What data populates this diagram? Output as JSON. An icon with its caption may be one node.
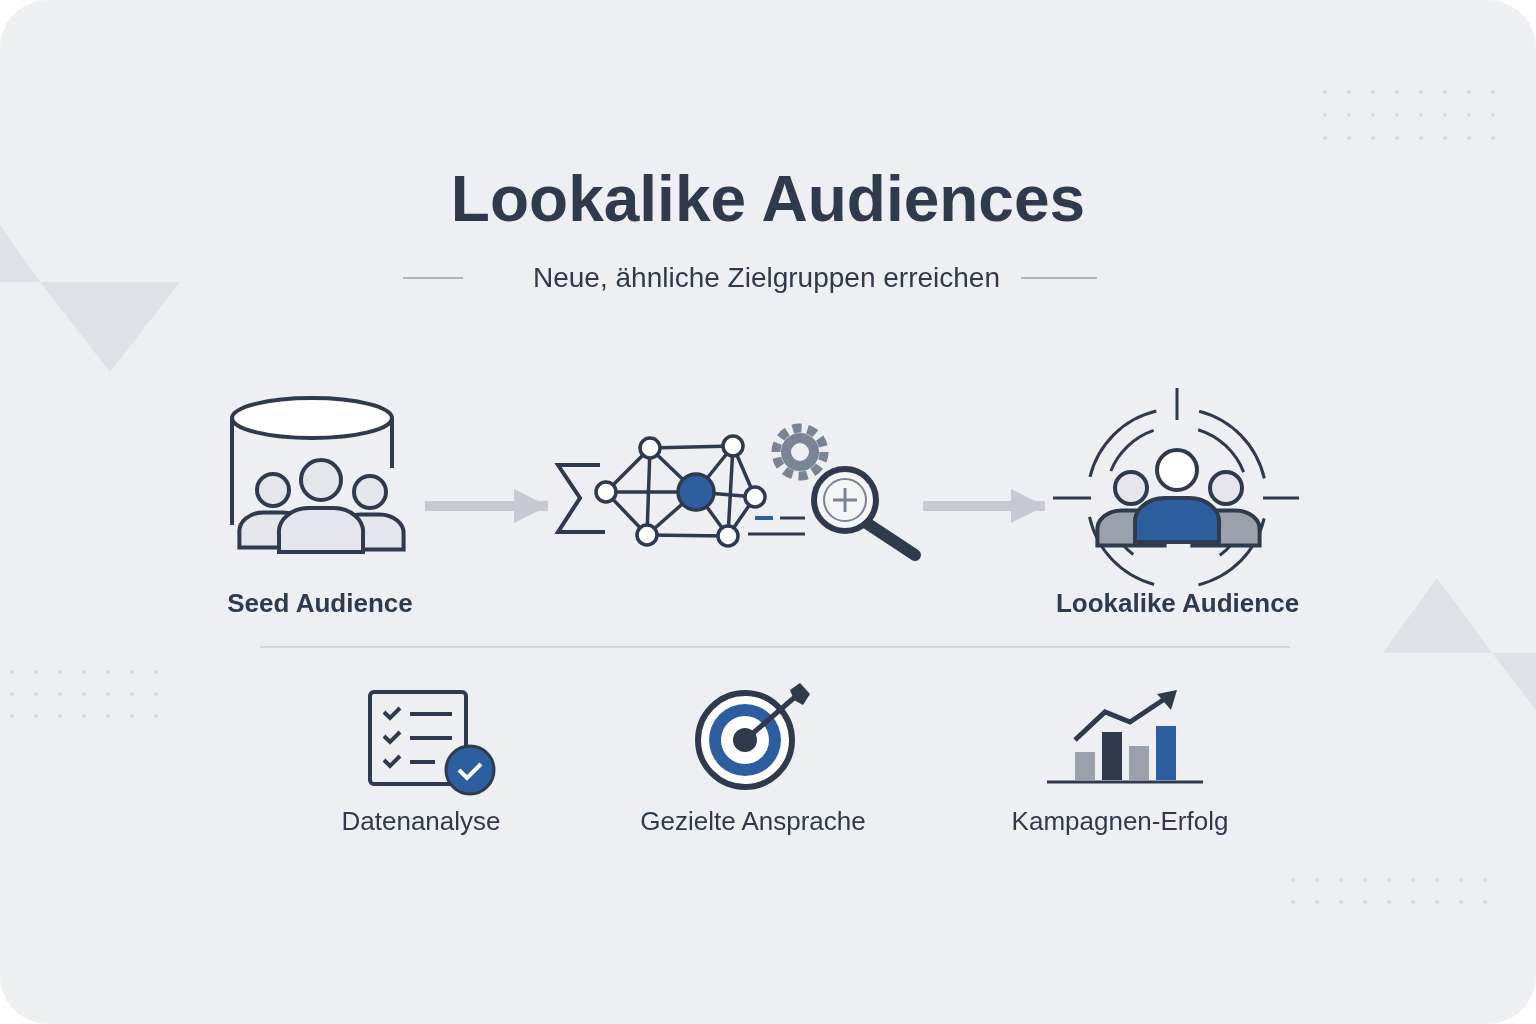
{
  "diagram": {
    "title": "Lookalike Audiences",
    "nodes": [
      {
        "text": [
          "Seed Audience"
        ]
      },
      {
        "text": [],
        "shape": "picture"
      },
      {
        "text": [
          "Lookalike Audience"
        ]
      }
    ],
    "edges": [
      {
        "from": 0,
        "to": 1,
        "arrow": "to"
      },
      {
        "from": 1,
        "to": 2,
        "arrow": "to"
      }
    ],
    "labels": [
      "Neue, ähnliche Zielgruppen erreichen",
      "Datenanalyse",
      "Gezielte Ansprache",
      "Kampagnen-Erfolg"
    ]
  }
}
